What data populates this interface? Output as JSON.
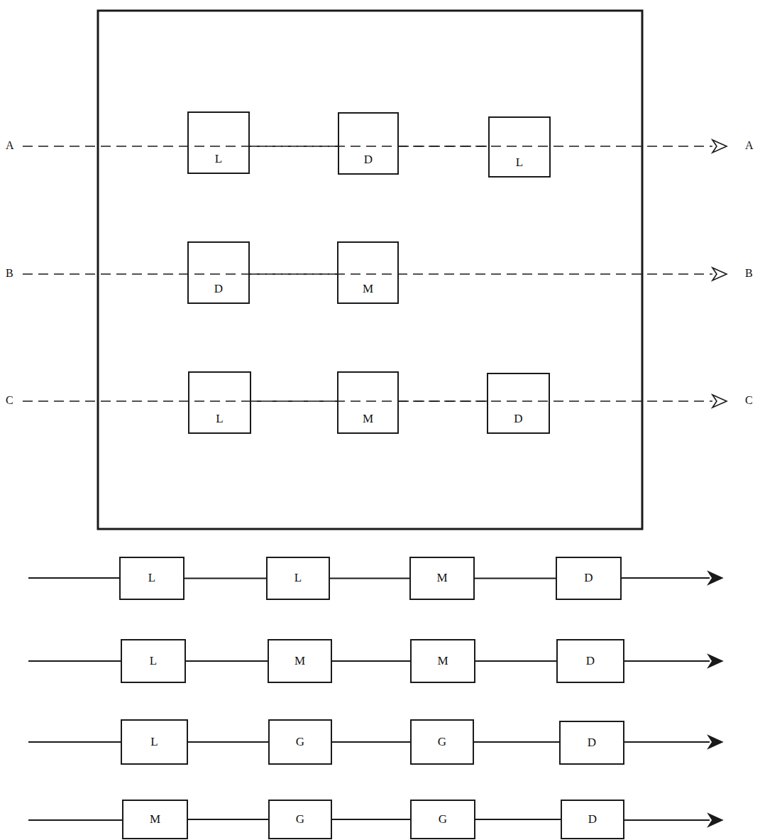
{
  "diagram": {
    "nodes": [
      {
        "text": [
          "L"
        ]
      },
      {
        "text": [
          "D"
        ]
      },
      {
        "text": [
          "L"
        ]
      },
      {
        "text": [
          "D"
        ]
      },
      {
        "text": [
          "M"
        ]
      },
      {
        "text": [
          "L"
        ]
      },
      {
        "text": [
          "M"
        ]
      },
      {
        "text": [
          "D"
        ]
      },
      {
        "text": [
          "L"
        ]
      },
      {
        "text": [
          "L"
        ]
      },
      {
        "text": [
          "M"
        ]
      },
      {
        "text": [
          "D"
        ]
      },
      {
        "text": [
          "L"
        ]
      },
      {
        "text": [
          "M"
        ]
      },
      {
        "text": [
          "M"
        ]
      },
      {
        "text": [
          "D"
        ]
      },
      {
        "text": [
          "L"
        ]
      },
      {
        "text": [
          "G"
        ]
      },
      {
        "text": [
          "G"
        ]
      },
      {
        "text": [
          "D"
        ]
      },
      {
        "text": [
          "M"
        ]
      },
      {
        "text": [
          "G"
        ]
      },
      {
        "text": [
          "G"
        ]
      },
      {
        "text": [
          "D"
        ]
      }
    ],
    "edges": [
      {
        "from": 0,
        "to": 1,
        "arrow": "none"
      },
      {
        "from": 1,
        "to": 2,
        "arrow": "none"
      },
      {
        "from": 3,
        "to": 4,
        "arrow": "none"
      },
      {
        "from": 5,
        "to": 6,
        "arrow": "none"
      },
      {
        "from": 6,
        "to": 7,
        "arrow": "none"
      },
      {
        "from": 8,
        "to": 9,
        "arrow": "none"
      },
      {
        "from": 9,
        "to": 10,
        "arrow": "none"
      },
      {
        "from": 10,
        "to": 11,
        "arrow": "none"
      },
      {
        "from": 12,
        "to": 13,
        "arrow": "none"
      },
      {
        "from": 13,
        "to": 14,
        "arrow": "none"
      },
      {
        "from": 14,
        "to": 15,
        "arrow": "none"
      },
      {
        "from": 16,
        "to": 17,
        "arrow": "none"
      },
      {
        "from": 17,
        "to": 18,
        "arrow": "none"
      },
      {
        "from": 18,
        "to": 19,
        "arrow": "none"
      },
      {
        "from": 20,
        "to": 21,
        "arrow": "none"
      },
      {
        "from": 21,
        "to": 22,
        "arrow": "none"
      },
      {
        "from": 22,
        "to": 23,
        "arrow": "none"
      }
    ],
    "labels": [
      "A",
      "A",
      "B",
      "B",
      "C",
      "C"
    ]
  }
}
